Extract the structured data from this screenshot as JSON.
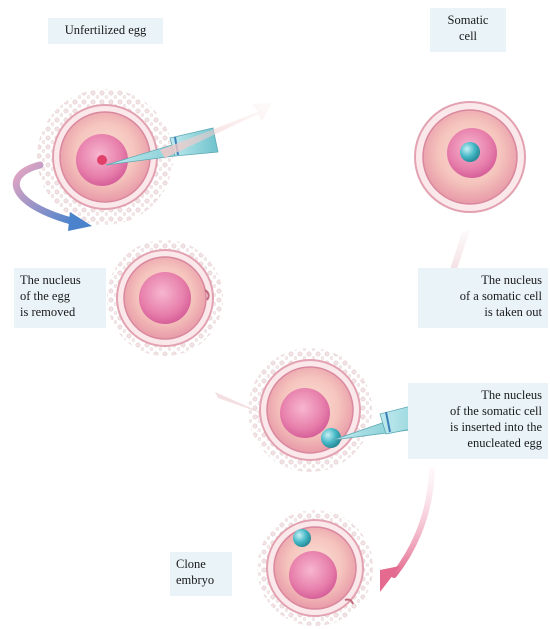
{
  "labels": {
    "unfertilized": "Unfertilized egg",
    "somatic_title": [
      "Somatic",
      "cell"
    ],
    "egg_nucleus_removed": [
      "The nucleus",
      "of the egg",
      "is removed"
    ],
    "somatic_nucleus_taken": [
      "The nucleus",
      "of a somatic cell",
      "is taken out"
    ],
    "somatic_nucleus_inserted": [
      "The nucleus",
      "of the somatic cell",
      "is inserted into the",
      "enucleated egg"
    ],
    "clone_embryo": [
      "Clone",
      "embryo"
    ]
  },
  "colors": {
    "label_bg": "#e9f3f8",
    "cell_membrane": "#d9889e",
    "cell_cytoplasm": "#f6c9c3",
    "nucleus": "#e77fab",
    "somatic_nucleus": "#44b8c6",
    "pipette": "#8fd3da",
    "arrow_blue": "#5a8fd0",
    "arrow_pink": "#e46a8f"
  }
}
